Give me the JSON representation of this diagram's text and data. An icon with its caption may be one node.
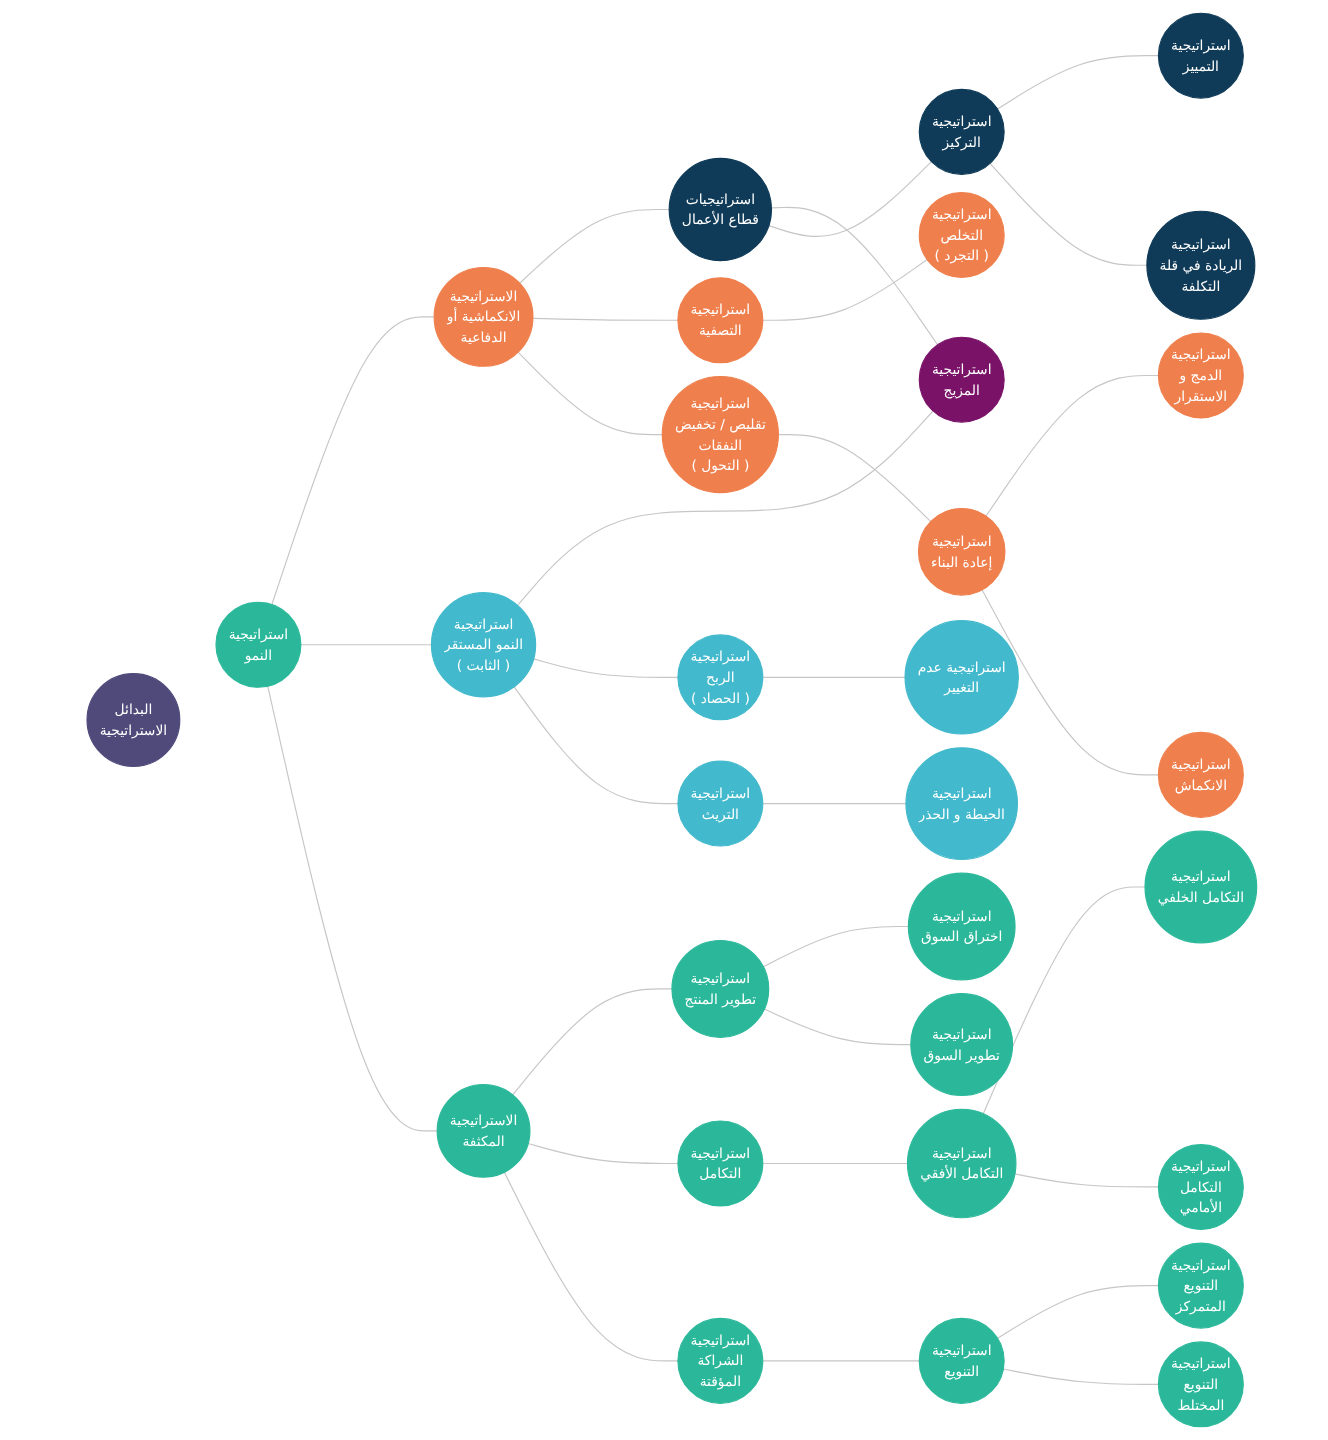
{
  "diagram": {
    "nodes": [
      {
        "text": [
          "البدائل الاستراتيجية"
        ]
      },
      {
        "text": [
          "استراتيجية اختراق السوق"
        ]
      },
      {
        "text": [
          "استراتيجية تطوير المنتج"
        ]
      },
      {
        "text": [
          "استراتيجية تطوير السوق"
        ]
      },
      {
        "text": [
          "استراتيجية التكامل الخلفي"
        ]
      },
      {
        "text": [
          "استراتيجية التكامل الأفقي"
        ]
      },
      {
        "text": [
          "الاستراتيجية المكثفة"
        ]
      },
      {
        "text": [
          "استراتيجية التكامل الأمامي"
        ]
      },
      {
        "text": [
          "استراتيجية التكامل"
        ]
      },
      {
        "text": [
          "استراتيجية الشراكة المؤقتة"
        ]
      },
      {
        "text": [
          "استراتيجية التنويع المتمركز"
        ]
      },
      {
        "text": [
          "استراتيجية النمو"
        ]
      },
      {
        "text": [
          "استراتيجية التنويع"
        ]
      },
      {
        "text": [
          "استراتيجية التنويع المختلط"
        ]
      },
      {
        "text": [
          "استراتيجية التخلص ( التجرد )"
        ]
      },
      {
        "text": [
          "استراتيجية التصفية"
        ]
      },
      {
        "text": [
          "الاستراتيجية الانكماشية أو الدفاعية"
        ]
      },
      {
        "text": [
          "استراتيجية عدم التغيير"
        ]
      },
      {
        "text": [
          "استراتيجية النمو المستقر ( الثابت )"
        ]
      },
      {
        "text": [
          "استراتيجية الربح ( الحصاد )"
        ]
      },
      {
        "text": [
          "استراتيجية المزيج"
        ]
      },
      {
        "text": [
          "استراتيجيات قطاع الأعمال"
        ]
      },
      {
        "text": [
          "استراتيجية الدمج و الاستقرار"
        ]
      },
      {
        "text": [
          "استراتيجية تقليص / تخفيض النفقات ( التحول )"
        ]
      },
      {
        "text": [
          "استراتيجية التريث"
        ]
      },
      {
        "text": [
          "استراتيجية إعادة البناء"
        ]
      },
      {
        "text": [
          "استراتيجية الحيطة و الحذر"
        ]
      },
      {
        "text": [
          "استراتيجية الانكماش"
        ]
      },
      {
        "text": [
          "استراتيجية التمييز"
        ]
      },
      {
        "text": [
          "استراتيجية التركيز"
        ]
      },
      {
        "text": [
          "استراتيجية الريادة في قلة التكلفة"
        ]
      }
    ],
    "edges": [
      {
        "from": 11,
        "to": 16,
        "arrow": "none"
      },
      {
        "from": 16,
        "to": 21,
        "arrow": "none"
      },
      {
        "from": 21,
        "to": 20,
        "arrow": "none"
      },
      {
        "from": 18,
        "to": 20,
        "arrow": "none"
      },
      {
        "from": 11,
        "to": 18,
        "arrow": "none"
      },
      {
        "from": 11,
        "to": 6,
        "arrow": "none"
      },
      {
        "from": 6,
        "to": 2,
        "arrow": "none"
      },
      {
        "from": 2,
        "to": 1,
        "arrow": "none"
      },
      {
        "from": 2,
        "to": 3,
        "arrow": "none"
      },
      {
        "from": 6,
        "to": 8,
        "arrow": "none"
      },
      {
        "from": 8,
        "to": 5,
        "arrow": "none"
      },
      {
        "from": 5,
        "to": 4,
        "arrow": "none"
      },
      {
        "from": 5,
        "to": 7,
        "arrow": "none"
      },
      {
        "from": 6,
        "to": 9,
        "arrow": "none"
      },
      {
        "from": 9,
        "to": 12,
        "arrow": "none"
      },
      {
        "from": 12,
        "to": 10,
        "arrow": "none"
      },
      {
        "from": 12,
        "to": 13,
        "arrow": "none"
      },
      {
        "from": 16,
        "to": 15,
        "arrow": "none"
      },
      {
        "from": 16,
        "to": 23,
        "arrow": "none"
      },
      {
        "from": 15,
        "to": 14,
        "arrow": "none"
      },
      {
        "from": 23,
        "to": 25,
        "arrow": "none"
      },
      {
        "from": 25,
        "to": 22,
        "arrow": "none"
      },
      {
        "from": 25,
        "to": 27,
        "arrow": "none"
      },
      {
        "from": 18,
        "to": 19,
        "arrow": "none"
      },
      {
        "from": 18,
        "to": 24,
        "arrow": "none"
      },
      {
        "from": 19,
        "to": 17,
        "arrow": "none"
      },
      {
        "from": 24,
        "to": 26,
        "arrow": "none"
      },
      {
        "from": 21,
        "to": 29,
        "arrow": "none"
      },
      {
        "from": 29,
        "to": 28,
        "arrow": "none"
      },
      {
        "from": 29,
        "to": 30,
        "arrow": "none"
      }
    ]
  }
}
